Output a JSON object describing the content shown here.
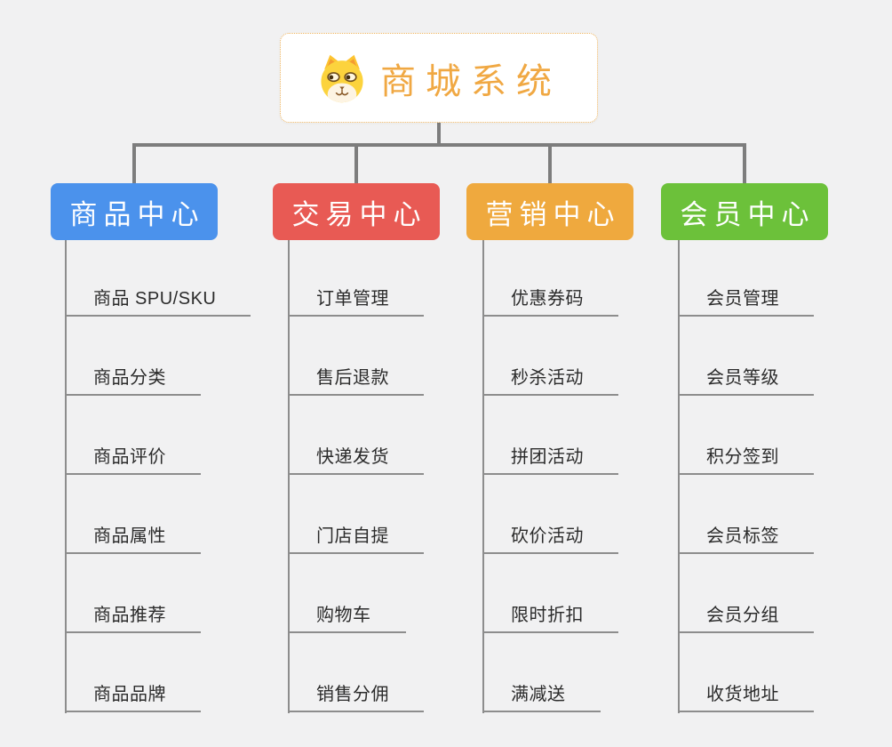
{
  "canvas": {
    "background": "#f1f1f2"
  },
  "root": {
    "title": "商城系统",
    "icon": "doge-icon",
    "title_color": "#f0a843",
    "border_color": "#eeb45f"
  },
  "lines": {
    "connector_color": "#7d7d7d",
    "underline_color": "#8d8d8d"
  },
  "item_text_color": "#2b2b2b",
  "branches": [
    {
      "label": "商品中心",
      "color": "#4b92ec",
      "items": [
        "商品 SPU/SKU",
        "商品分类",
        "商品评价",
        "商品属性",
        "商品推荐",
        "商品品牌"
      ]
    },
    {
      "label": "交易中心",
      "color": "#e85a54",
      "items": [
        "订单管理",
        "售后退款",
        "快递发货",
        "门店自提",
        "购物车",
        "销售分佣"
      ]
    },
    {
      "label": "营销中心",
      "color": "#efa93e",
      "items": [
        "优惠券码",
        "秒杀活动",
        "拼团活动",
        "砍价活动",
        "限时折扣",
        "满减送"
      ]
    },
    {
      "label": "会员中心",
      "color": "#6cc13a",
      "items": [
        "会员管理",
        "会员等级",
        "积分签到",
        "会员标签",
        "会员分组",
        "收货地址"
      ]
    }
  ]
}
